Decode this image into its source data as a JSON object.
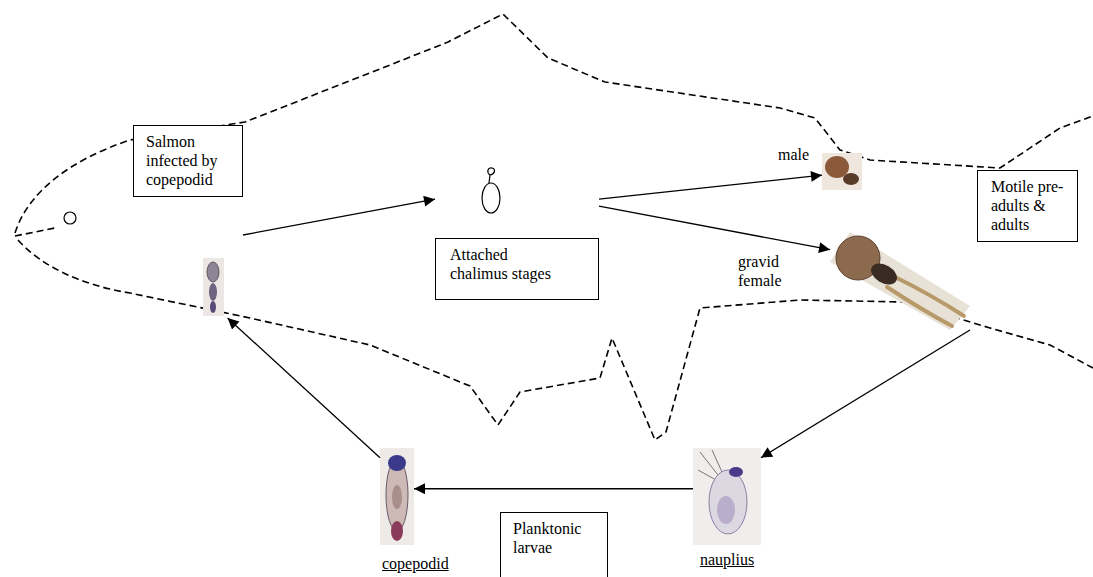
{
  "diagram": {
    "nodes": [
      {
        "text": [
          "Salmon infected by copepodid"
        ]
      },
      {
        "text": [
          "Attached chalimus stages"
        ]
      },
      {
        "text": [
          "male"
        ]
      },
      {
        "text": [
          "gravid female"
        ]
      },
      {
        "text": [
          "Motile pre-adults & adults"
        ]
      },
      {
        "text": [
          "nauplius"
        ]
      },
      {
        "text": [
          "copepodid"
        ]
      },
      {
        "text": [
          "Planktonic larvae"
        ]
      }
    ],
    "edges": [
      {
        "from": 6,
        "to": 0,
        "arrow": "to"
      },
      {
        "from": 0,
        "to": 1,
        "arrow": "to"
      },
      {
        "from": 1,
        "to": 2,
        "arrow": "to"
      },
      {
        "from": 1,
        "to": 3,
        "arrow": "to"
      },
      {
        "from": 3,
        "to": 5,
        "arrow": "to"
      },
      {
        "from": 5,
        "to": 6,
        "arrow": "to"
      }
    ]
  }
}
